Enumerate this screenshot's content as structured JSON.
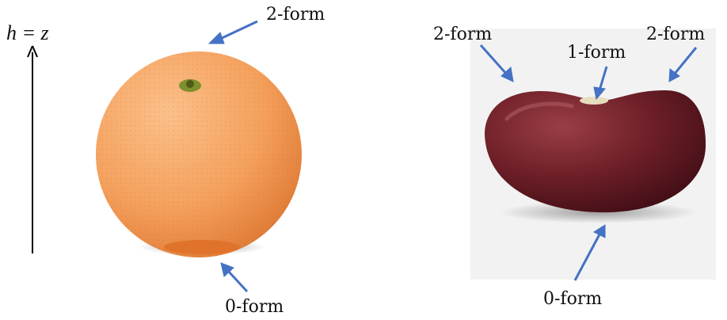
{
  "axis": {
    "label": "h = z"
  },
  "orange": {
    "top_label": "2-form",
    "bottom_label": "0-form"
  },
  "bean": {
    "left_label": "2-form",
    "middle_label": "1-form",
    "right_label": "2-form",
    "bottom_label": "0-form"
  },
  "colors": {
    "arrow": "#4472C4",
    "orange_light": "#F7AE6E",
    "orange_dark": "#E57E32",
    "bean_light": "#7B2A32",
    "bean_dark": "#3E0D15",
    "photo_bg": "#F2F2F2"
  }
}
